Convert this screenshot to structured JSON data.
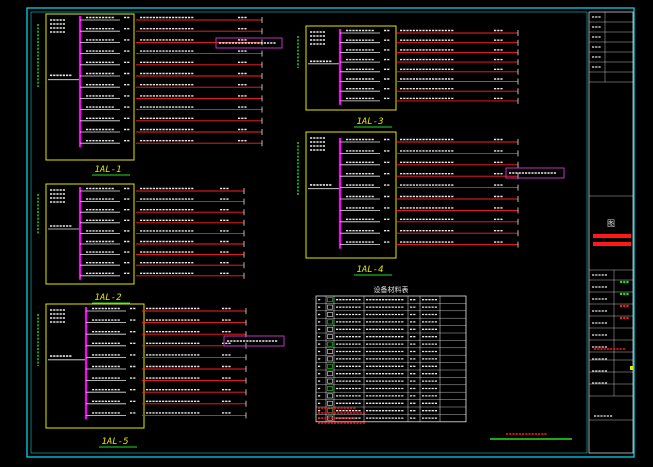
{
  "colors": {
    "background": "#000000",
    "outer_frame": "#00e5ff",
    "inner_frame": "#18c8c8",
    "panel_box": "#e6e600",
    "busbar": "#ff00ff",
    "circuit": "#ff2020",
    "text_white": "#e8e8e8",
    "text_green": "#20e020",
    "text_yellow": "#e6e600",
    "annotation": "#c030c0",
    "title_red": "#ff1a1a"
  },
  "panels": [
    {
      "id": "p1",
      "label": "1AL-1",
      "circuits": 12,
      "tagged": [
        1
      ]
    },
    {
      "id": "p2",
      "label": "1AL-2",
      "circuits": 9,
      "tagged": []
    },
    {
      "id": "p3",
      "label": "1AL-3",
      "circuits": 8,
      "tagged": []
    },
    {
      "id": "p4",
      "label": "1AL-4",
      "circuits": 10,
      "tagged": [
        2
      ]
    },
    {
      "id": "p5",
      "label": "1AL-5",
      "circuits": 10,
      "tagged": [
        2
      ]
    }
  ],
  "legend_table": {
    "title": "设备材料表",
    "rows": 17
  },
  "title_block": {
    "stamp": "图"
  }
}
